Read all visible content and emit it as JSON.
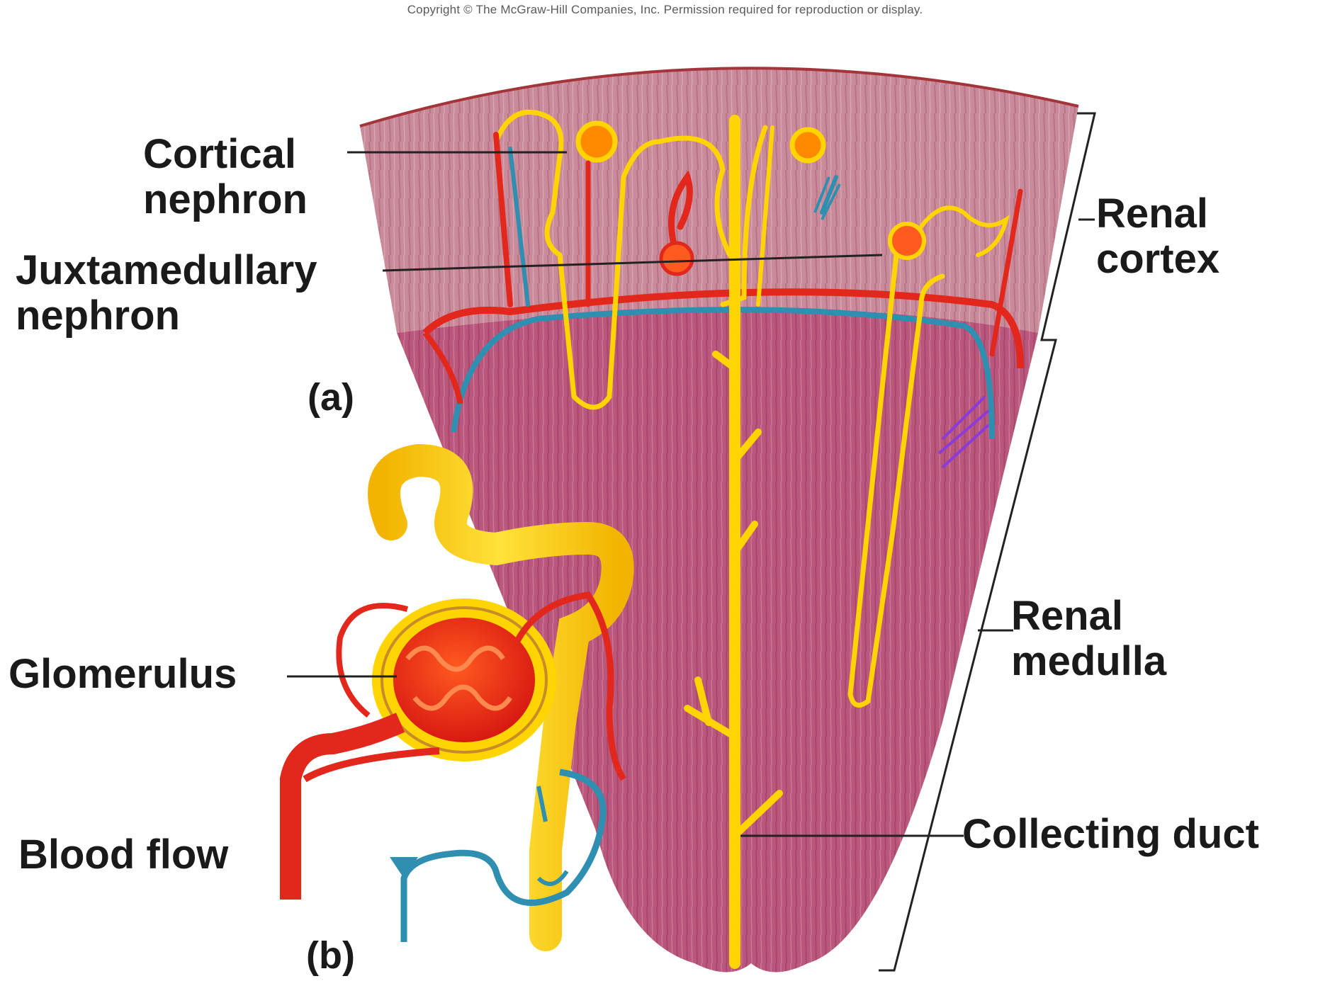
{
  "copyright": "Copyright © The McGraw-Hill Companies, Inc. Permission required for reproduction or display.",
  "labels": {
    "cortical_nephron": [
      "Cortical",
      "nephron"
    ],
    "juxtamedullary_nephron": [
      "Juxtamedullary",
      "nephron"
    ],
    "renal_cortex": [
      "Renal",
      "cortex"
    ],
    "renal_medulla": [
      "Renal",
      "medulla"
    ],
    "glomerulus": "Glomerulus",
    "blood_flow": "Blood flow",
    "collecting_duct": "Collecting duct"
  },
  "parts": {
    "a": "(a)",
    "b": "(b)"
  },
  "colors": {
    "cortex": "#c98a9a",
    "medulla": "#b9577c",
    "tubule": "#ffd400",
    "artery": "#e2281c",
    "vein": "#2e8fb0",
    "capsule_edge": "#a3343a",
    "leader": "#222222"
  }
}
